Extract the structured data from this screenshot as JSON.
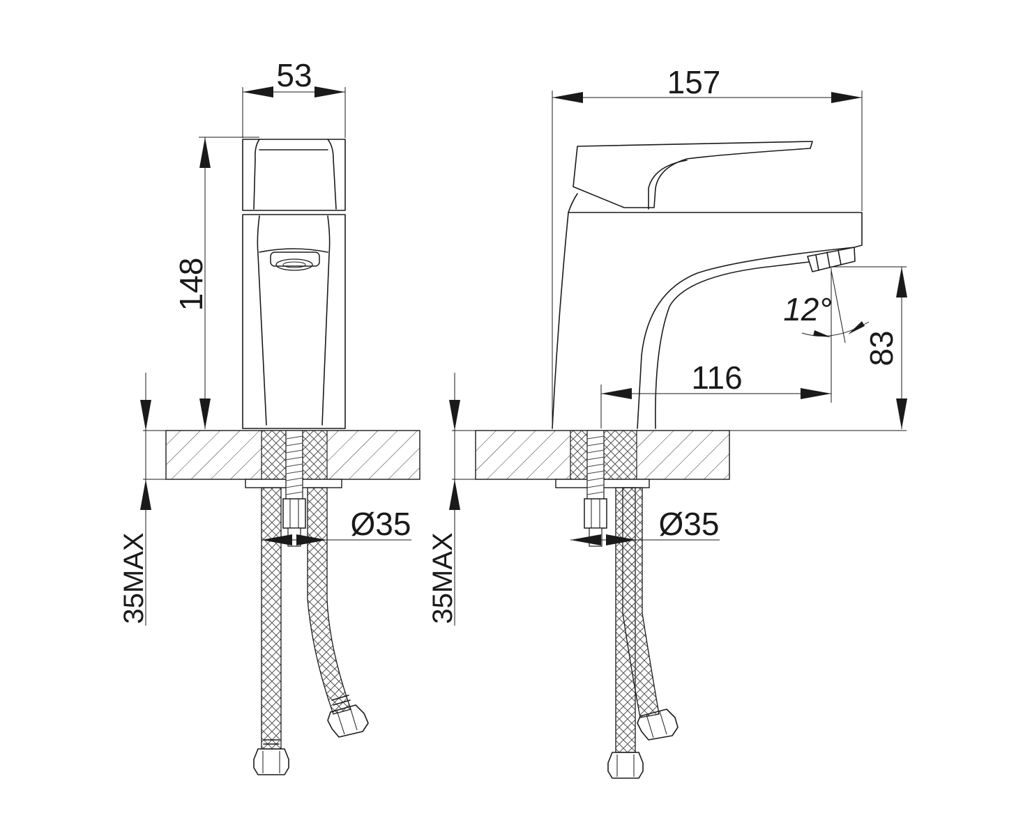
{
  "dimensions": {
    "front_width": "53",
    "front_height": "148",
    "front_mount_max": "35MAX",
    "front_hole_diameter": "Ø35",
    "side_length": "157",
    "side_spout_reach": "116",
    "side_spout_height": "83",
    "side_angle": "12°",
    "side_mount_max": "35MAX",
    "side_hole_diameter": "Ø35"
  },
  "colors": {
    "line": "#1a1a1a",
    "background": "#ffffff"
  }
}
